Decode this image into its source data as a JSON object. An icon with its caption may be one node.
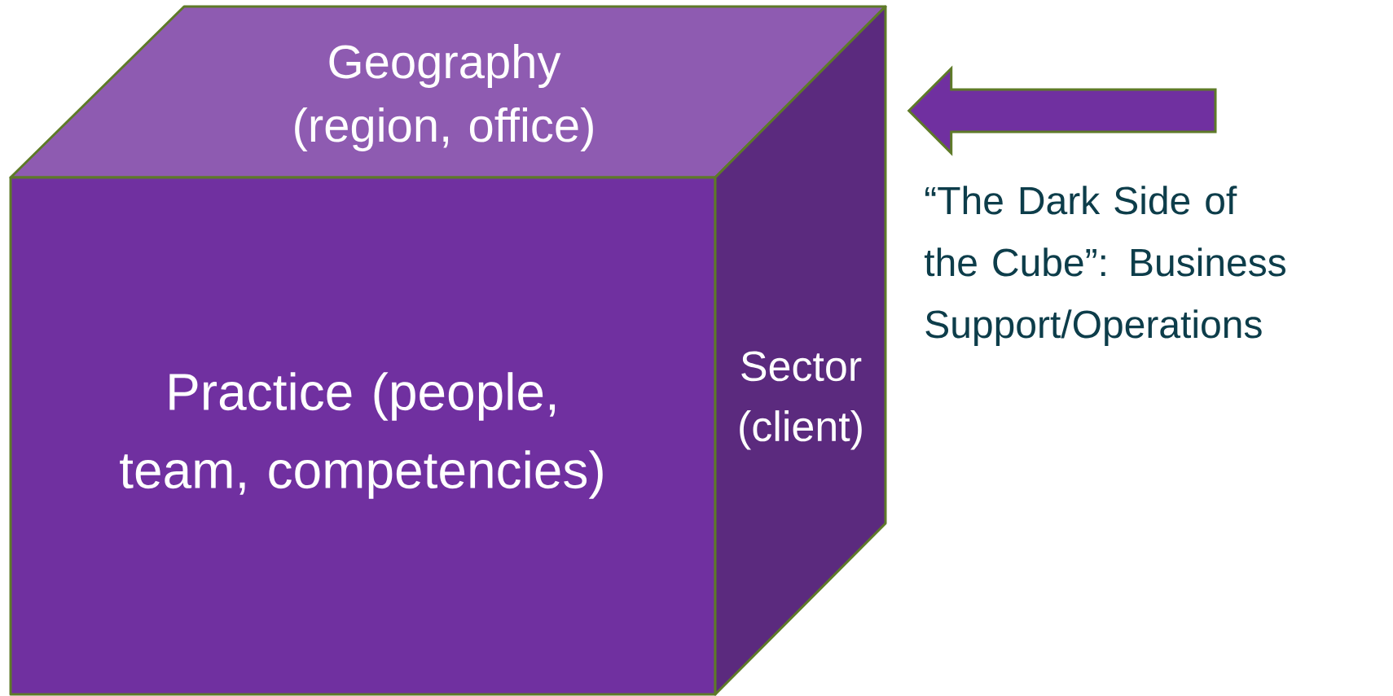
{
  "diagram": {
    "nodes": [
      {
        "text": [
          "Geography (region, office)"
        ]
      },
      {
        "text": [
          "Practice (people, team, competencies)"
        ]
      },
      {
        "text": [
          "Sector (client)"
        ]
      }
    ],
    "edges": [
      {
        "from": null,
        "to": 2,
        "arrow": "to"
      }
    ],
    "labels": [
      "“The Dark Side of the Cube”: Business Support/Operations"
    ]
  }
}
